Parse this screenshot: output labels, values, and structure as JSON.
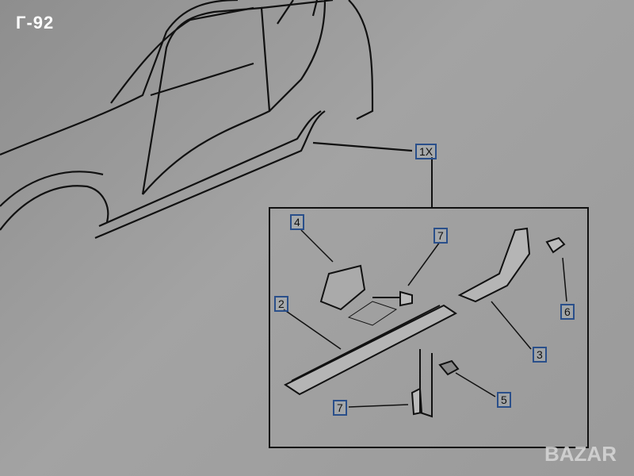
{
  "corner_label": "Г-92",
  "callouts": {
    "assembly": "1X",
    "bracket": "4",
    "clip_top": "7",
    "sill_molding": "2",
    "rear_piece": "3",
    "clip_right": "6",
    "nut": "5",
    "clip_bottom": "7"
  },
  "watermark": "BAZAR",
  "colors": {
    "line": "#111111",
    "callout_border": "#2a4f8a"
  }
}
